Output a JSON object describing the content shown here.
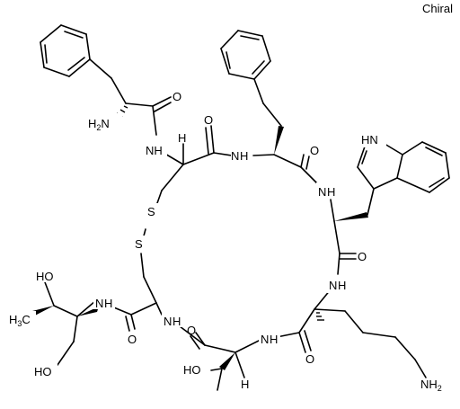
{
  "stereo_flag": "Chiral",
  "colors": {
    "bond": "#000000",
    "background": "#ffffff"
  },
  "atoms": {
    "nh2_top": {
      "main": "H",
      "sub": "2",
      "tail": "N"
    },
    "o_phe1": "O",
    "nh_a": "NH",
    "h_a": "H",
    "o_a": "O",
    "n_b": "N",
    "h_b": "H",
    "o_b": "O",
    "hn_indole": "HN",
    "n_c": "N",
    "h_c": "H",
    "o_c": "O",
    "s1": "S",
    "s2": "S",
    "n_d": "N",
    "h_d": "H",
    "ho_top": "HO",
    "h3c": {
      "main": "H",
      "sub": "3",
      "tail": "C"
    },
    "n_e": "N",
    "h_e": "H",
    "o_e": "O",
    "ho_bottom": "HO",
    "n_f": "N",
    "h_f": "H",
    "o_f": "O",
    "n_g": "N",
    "h_g": "H",
    "h_g2": "H",
    "o_g": "O",
    "ho_thr": "HO",
    "nh2_bottom": {
      "main": "NH",
      "sub": "2"
    }
  }
}
